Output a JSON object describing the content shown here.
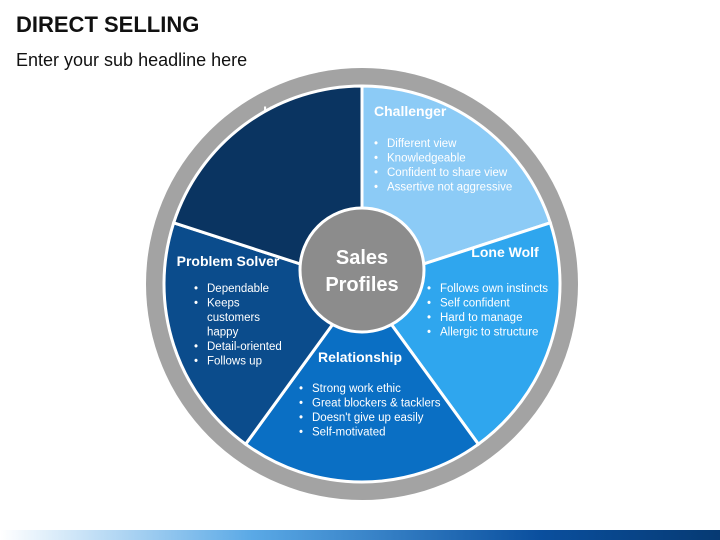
{
  "header": {
    "title": "DIRECT SELLING",
    "subtitle": "Enter your sub headline here"
  },
  "diagram": {
    "center_label_line1": "Sales",
    "center_label_line2": "Profiles",
    "segments": [
      {
        "title": "Hard Worker",
        "items": [
          "Strong work ethic",
          "Great blockers & tacklers",
          "Doesn't give up easily",
          "Self-motivated"
        ],
        "fill": "#8ccbf6",
        "text_color": "#ffffff"
      },
      {
        "title": "Challenger",
        "items": [
          "Different view",
          "Knowledgeable",
          "Confident to share view",
          "Assertive not aggressive"
        ],
        "fill": "#2fa6ee",
        "text_color": "#ffffff"
      },
      {
        "title": "Lone Wolf",
        "items": [
          "Follows own instincts",
          "Self confident",
          "Hard to manage",
          "Allergic to structure"
        ],
        "fill": "#0a6fc4",
        "text_color": "#ffffff"
      },
      {
        "title": "Relationship",
        "items": [
          "Strong work ethic",
          "Great blockers & tacklers",
          "Doesn't give up easily",
          "Self-motivated"
        ],
        "fill": "#0b4c8c",
        "text_color": "#ffffff"
      },
      {
        "title": "Problem Solver",
        "items": [
          "Dependable",
          "Keeps customers happy",
          "Detail-oriented",
          "Follows up"
        ],
        "fill": "#0a3461",
        "text_color": "#ffffff"
      }
    ],
    "ring_color": "#a3a3a3",
    "center_color": "#8c8c8c"
  }
}
